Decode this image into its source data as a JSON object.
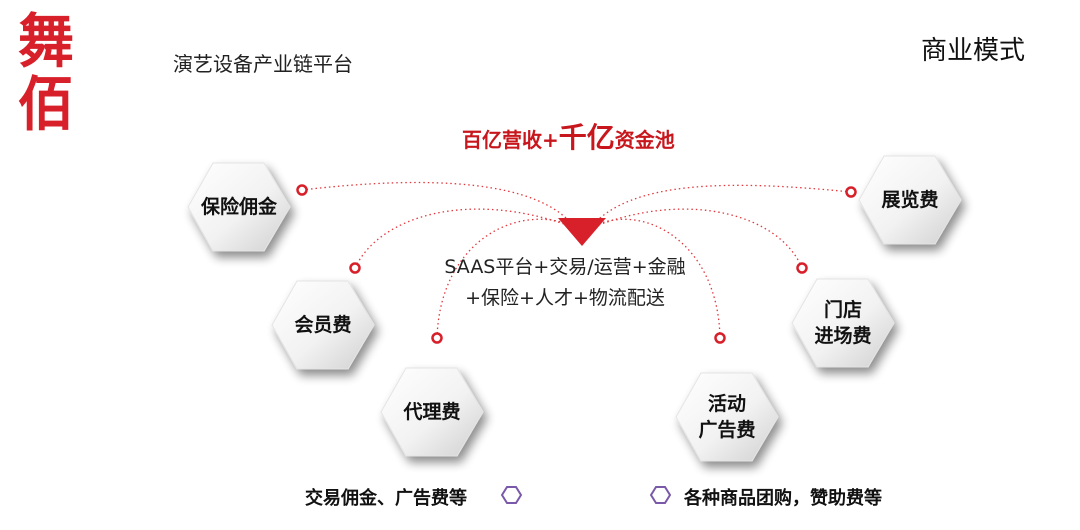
{
  "header": {
    "logo_text": "舞佰",
    "logo_subtitle": "演艺设备产业链平台",
    "page_title": "商业模式"
  },
  "headline": {
    "part1": "百亿营收+",
    "part2": "千亿",
    "part3": "资金池"
  },
  "center": {
    "line1": "SAAS平台+交易/运营+金融",
    "line2": "+保险+人才+物流配送"
  },
  "hexagons": {
    "insurance": {
      "line1": "保险佣金"
    },
    "membership": {
      "line1": "会员费"
    },
    "agency": {
      "line1": "代理费"
    },
    "exhibition": {
      "line1": "展览费"
    },
    "store": {
      "line1": "门店",
      "line2": "进场费"
    },
    "event": {
      "line1": "活动",
      "line2": "广告费"
    }
  },
  "footnotes": {
    "left": "交易佣金、广告费等",
    "right": "各种商品团购，赞助费等"
  },
  "colors": {
    "accent": "#d7202a",
    "dot_line": "#e0393e",
    "hex_shadow": "#b5b5b5",
    "bullet_hex": "#7a5aa8"
  }
}
